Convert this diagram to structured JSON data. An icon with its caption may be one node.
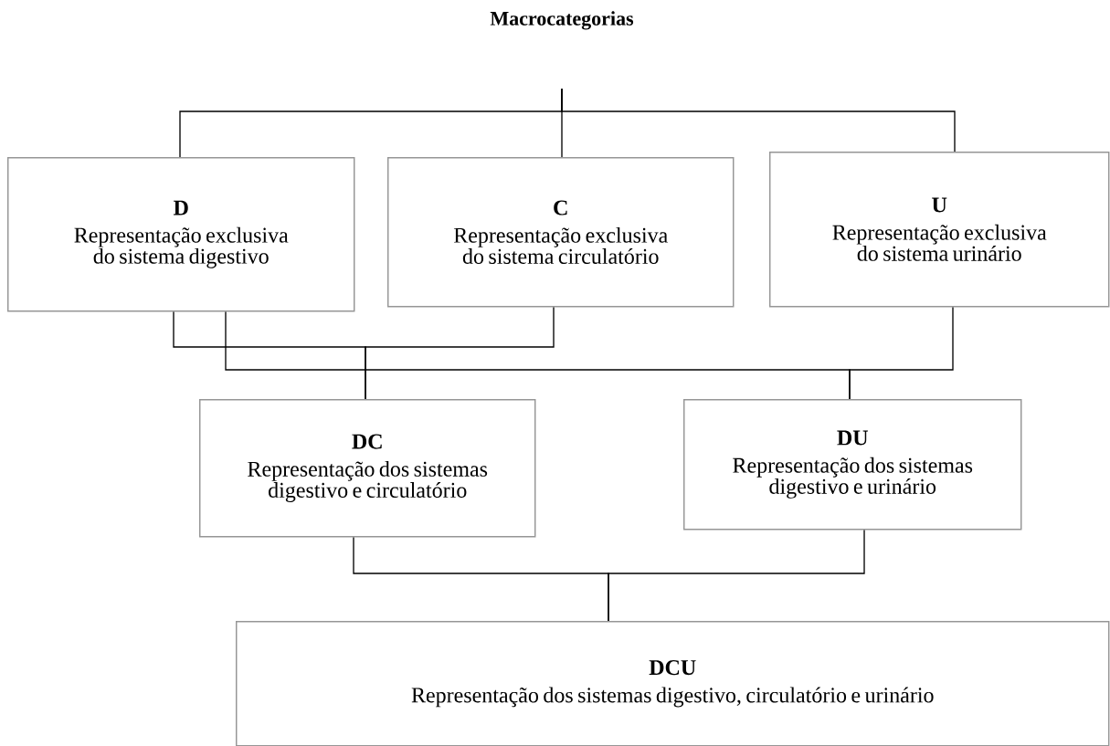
{
  "diagram": {
    "nodes": [
      {
        "text": [
          "Macrocategorias"
        ]
      },
      {
        "text": [
          "D",
          "Representação exclusiva do sistema digestivo"
        ]
      },
      {
        "text": [
          "C",
          "Representação exclusiva do sistema circulatório"
        ]
      },
      {
        "text": [
          "U",
          "Representação exclusiva do sistema urinário"
        ]
      },
      {
        "text": [
          "DC",
          "Representação dos sistemas digestivo e circulatório"
        ]
      },
      {
        "text": [
          "DU",
          "Representação dos sistemas digestivo e urinário"
        ]
      },
      {
        "text": [
          "DCU",
          "Representação dos sistemas digestivo, circulatório e urinário"
        ]
      }
    ],
    "edges": [
      {
        "from": 0,
        "to": 1,
        "arrow": "none"
      },
      {
        "from": 0,
        "to": 2,
        "arrow": "none"
      },
      {
        "from": 0,
        "to": 3,
        "arrow": "none"
      },
      {
        "from": 1,
        "to": 4,
        "arrow": "none"
      },
      {
        "from": 2,
        "to": 4,
        "arrow": "none"
      },
      {
        "from": 1,
        "to": 5,
        "arrow": "none"
      },
      {
        "from": 3,
        "to": 5,
        "arrow": "none"
      },
      {
        "from": 4,
        "to": 6,
        "arrow": "none"
      },
      {
        "from": 5,
        "to": 6,
        "arrow": "none"
      }
    ]
  }
}
